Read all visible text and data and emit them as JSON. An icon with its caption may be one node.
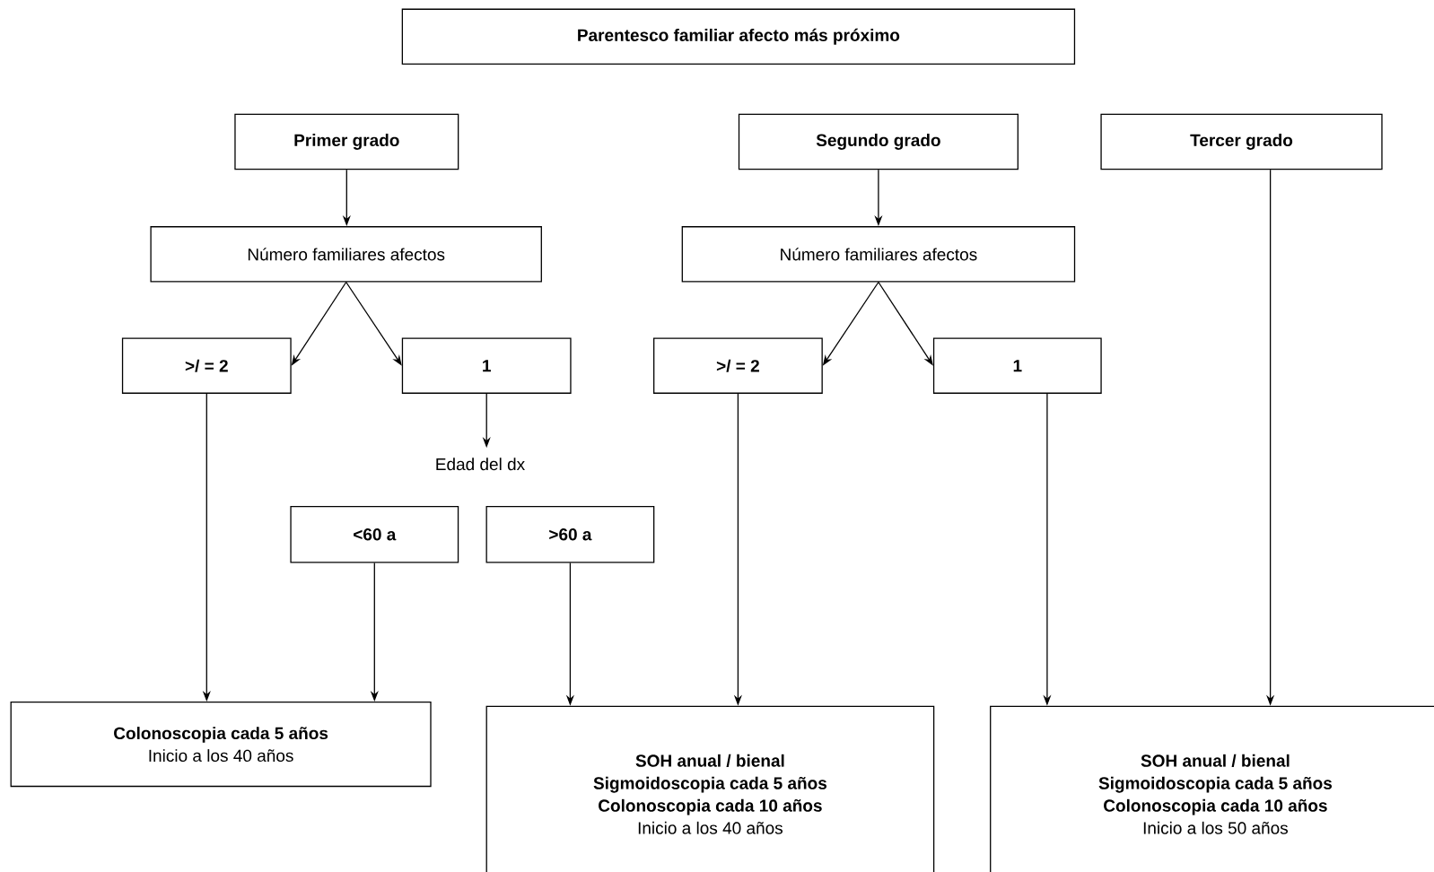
{
  "diagram": {
    "nodes": [
      {
        "text": [
          "Parentesco familiar afecto más próximo"
        ]
      },
      {
        "text": [
          "Primer grado"
        ]
      },
      {
        "text": [
          "Segundo grado"
        ]
      },
      {
        "text": [
          "Tercer grado"
        ]
      },
      {
        "text": [
          "Número familiares afectos"
        ]
      },
      {
        "text": [
          "Número familiares afectos"
        ]
      },
      {
        "text": [
          ">/ = 2"
        ]
      },
      {
        "text": [
          "1"
        ]
      },
      {
        "text": [
          ">/ = 2"
        ]
      },
      {
        "text": [
          "1"
        ]
      },
      {
        "text": [
          "Edad del dx"
        ]
      },
      {
        "text": [
          "<60 a"
        ]
      },
      {
        "text": [
          ">60 a"
        ]
      },
      {
        "text": [
          "Colonoscopia cada 5 años",
          "Inicio a los 40 años"
        ]
      },
      {
        "text": [
          "SOH anual / bienal",
          "Sigmoidoscopia cada 5 años",
          "Colonoscopia cada 10 años",
          "Inicio a los 40 años"
        ]
      },
      {
        "text": [
          "SOH anual / bienal",
          "Sigmoidoscopia cada 5 años",
          "Colonoscopia cada 10 años",
          "Inicio a los 50 años"
        ]
      }
    ],
    "edges": [
      {
        "from": 1,
        "to": 4,
        "arrow": "to"
      },
      {
        "from": 2,
        "to": 5,
        "arrow": "to"
      },
      {
        "from": 4,
        "to": 6,
        "arrow": "to"
      },
      {
        "from": 4,
        "to": 7,
        "arrow": "to"
      },
      {
        "from": 5,
        "to": 8,
        "arrow": "to"
      },
      {
        "from": 5,
        "to": 9,
        "arrow": "to"
      },
      {
        "from": 7,
        "to": 10,
        "arrow": "to"
      },
      {
        "from": 6,
        "to": 13,
        "arrow": "to"
      },
      {
        "from": 11,
        "to": 13,
        "arrow": "to"
      },
      {
        "from": 12,
        "to": 14,
        "arrow": "to"
      },
      {
        "from": 8,
        "to": 14,
        "arrow": "to"
      },
      {
        "from": 9,
        "to": 15,
        "arrow": "to"
      },
      {
        "from": 3,
        "to": 15,
        "arrow": "to"
      }
    ]
  }
}
